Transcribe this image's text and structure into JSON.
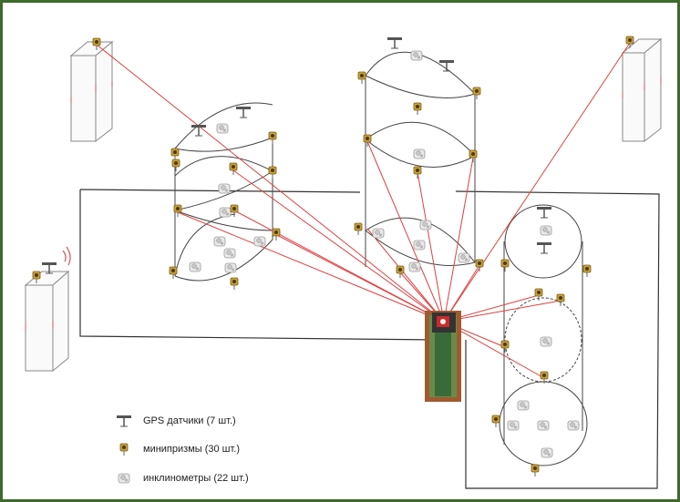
{
  "legend": {
    "gps": {
      "label": "GPS датчики (7 шт.)",
      "icon": "gps-sensor-icon"
    },
    "prism": {
      "label": "минипризмы (30 шт.)",
      "icon": "mini-prism-icon"
    },
    "inclinometer": {
      "label": "инклинометры (22 шт.)",
      "icon": "inclinometer-icon"
    }
  },
  "colors": {
    "frame": "#3e6a2a",
    "sight_line": "#e04040",
    "prism": "#c9a13a",
    "structure": "#333333"
  }
}
